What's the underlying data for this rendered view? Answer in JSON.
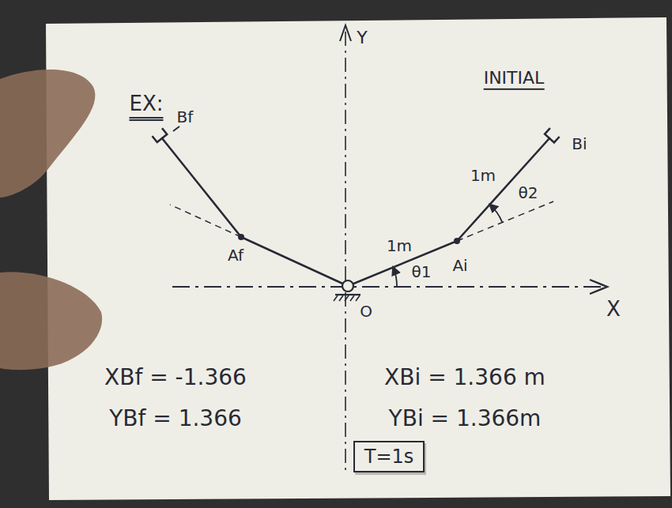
{
  "diagram": {
    "nodes": [
      {
        "text": [
          "T=1s"
        ]
      }
    ],
    "labels": [
      "EX:",
      "INITIAL",
      "Y",
      "Bf",
      "Bi",
      "Af",
      "Ai",
      "1m",
      "1m",
      "θ2",
      "θ1",
      "O",
      "X",
      "XBf = -1.366",
      "YBf = 1.366",
      "XBi = 1.366 m",
      "YBi = 1.366m"
    ]
  }
}
